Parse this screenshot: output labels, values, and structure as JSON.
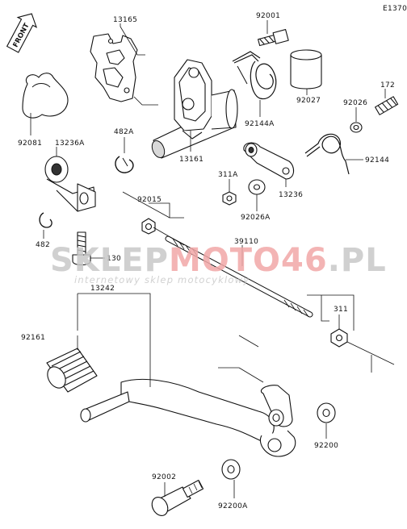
{
  "diagram": {
    "code": "E1370",
    "front_label": "FRONT",
    "watermark": {
      "part1": "SKLEP",
      "part2": "MOTO",
      "part3": "46",
      "part4": ".PL",
      "tagline": "internetowy sklep motocyklowy",
      "color_grey": "#c8c8c8",
      "color_red": "#f2a8a8"
    },
    "labels": {
      "l13165": "13165",
      "l92001": "92001",
      "l92027": "92027",
      "l172": "172",
      "l92026": "92026",
      "l92081": "92081",
      "l92144A": "92144A",
      "l482A": "482A",
      "l13161": "13161",
      "l13236A": "13236A",
      "l311A": "311A",
      "l92144": "92144",
      "l13236": "13236",
      "l92015": "92015",
      "l92026A": "92026A",
      "l482": "482",
      "l39110": "39110",
      "l130": "130",
      "l13242": "13242",
      "l311": "311",
      "l92161": "92161",
      "l92200": "92200",
      "l92002": "92002",
      "l92200A": "92200A"
    }
  }
}
